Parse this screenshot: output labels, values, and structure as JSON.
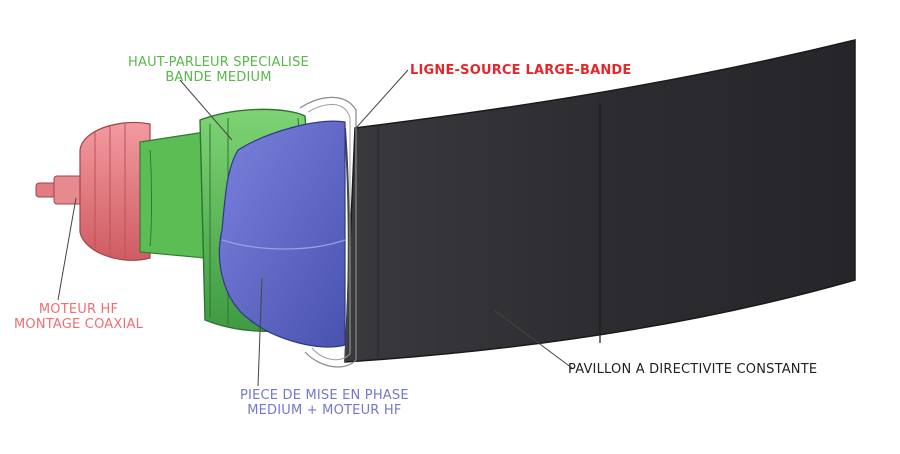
{
  "labels": {
    "midrange_driver": {
      "lines": [
        "HAUT-PARLEUR SPECIALISE",
        "BANDE MEDIUM"
      ],
      "color": "#58b84a"
    },
    "line_source": {
      "lines": [
        "LIGNE-SOURCE LARGE-BANDE"
      ],
      "color": "#e8262a"
    },
    "hf_motor": {
      "lines": [
        "MOTEUR HF",
        "MONTAGE COAXIAL"
      ],
      "color": "#ee6e72"
    },
    "phase_plug": {
      "lines": [
        "PIECE DE MISE EN PHASE",
        "MEDIUM + MOTEUR HF"
      ],
      "color": "#7478c8"
    },
    "horn": {
      "lines": [
        "PAVILLON A DIRECTIVITE CONSTANTE"
      ],
      "color": "#222222"
    }
  },
  "part_colors": {
    "horn": "#2f2f33",
    "horn_edge": "#1a1a1c",
    "motor": "#e97b80",
    "motor_dark": "#c8585e",
    "midrange": "#5cc05a",
    "midrange_dark": "#3f9440",
    "phase_plug": "#5a63c4",
    "phase_plug_light": "#8a90dc",
    "frame_outline": "#8a8a8a"
  }
}
